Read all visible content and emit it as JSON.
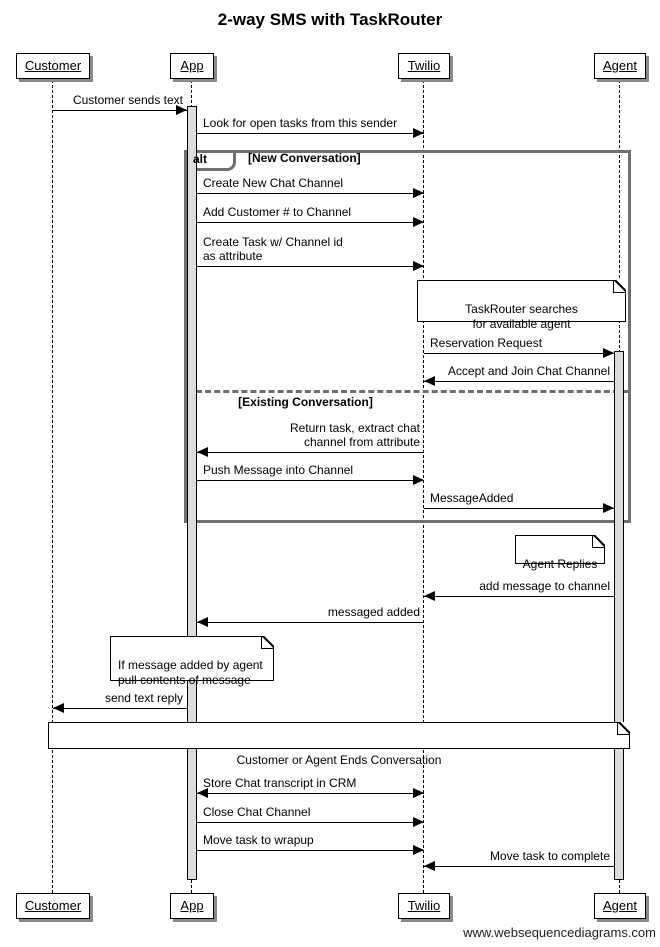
{
  "title": "2-way SMS with TaskRouter",
  "actors": [
    {
      "name": "Customer"
    },
    {
      "name": "App"
    },
    {
      "name": "Twilio"
    },
    {
      "name": "Agent"
    }
  ],
  "frame": {
    "operator": "alt",
    "condition_new": "[New Conversation]",
    "condition_existing": "[Existing Conversation]"
  },
  "messages": [
    {
      "from": "Customer",
      "to": "App",
      "text": "Customer sends text"
    },
    {
      "from": "App",
      "to": "Twilio",
      "text": "Look for open tasks from this sender"
    },
    {
      "from": "App",
      "to": "Twilio",
      "text": "Create New Chat Channel"
    },
    {
      "from": "App",
      "to": "Twilio",
      "text": "Add Customer # to Channel"
    },
    {
      "from": "App",
      "to": "Twilio",
      "text": "Create Task w/ Channel id\nas attribute"
    },
    {
      "from": "Twilio",
      "to": "Agent",
      "text": "Reservation Request"
    },
    {
      "from": "Agent",
      "to": "Twilio",
      "text": "Accept and Join Chat Channel"
    },
    {
      "from": "Twilio",
      "to": "App",
      "text": "Return task, extract chat\nchannel from attribute"
    },
    {
      "from": "App",
      "to": "Twilio",
      "text": "Push Message into Channel"
    },
    {
      "from": "Twilio",
      "to": "Agent",
      "text": "MessageAdded"
    },
    {
      "from": "Agent",
      "to": "Twilio",
      "text": "add message to channel"
    },
    {
      "from": "Twilio",
      "to": "App",
      "text": "messaged added"
    },
    {
      "from": "App",
      "to": "Customer",
      "text": "send text reply"
    },
    {
      "from": "App",
      "to": "Twilio",
      "text": "Store Chat transcript in CRM",
      "bidirectional": true
    },
    {
      "from": "App",
      "to": "Twilio",
      "text": "Close Chat Channel"
    },
    {
      "from": "App",
      "to": "Twilio",
      "text": "Move task to wrapup"
    },
    {
      "from": "Agent",
      "to": "Twilio",
      "text": "Move task to complete"
    }
  ],
  "notes": [
    {
      "over": "Twilio, Agent",
      "text": "TaskRouter searches\nfor available agent"
    },
    {
      "over": "Agent",
      "text": "Agent Replies"
    },
    {
      "over": "App",
      "text": "If message added by agent\npull contents of message"
    },
    {
      "over": "all",
      "text": "Customer or Agent Ends Conversation"
    }
  ],
  "watermark": "www.websequencediagrams.com",
  "colors": {
    "background": "#ffffff",
    "line": "#000000",
    "frame_border": "#6f6f6f",
    "activation_fill": "#dcdcdc",
    "shadow": "#8a8a8a"
  }
}
